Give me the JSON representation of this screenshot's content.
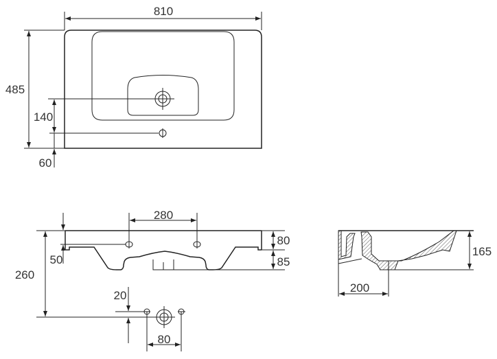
{
  "top_view": {
    "width": "810",
    "depth": "485",
    "drain_to_taphole": "140",
    "taphole_from_back": "60"
  },
  "front_view": {
    "taphole_spacing": "280",
    "rim_height": "80",
    "bowl_depth": "85",
    "taphole_offset": "50",
    "total_height": "260",
    "drain_offset": "20",
    "drain_spacing": "80"
  },
  "side_view": {
    "height": "165",
    "drain_from_wall": "200"
  }
}
